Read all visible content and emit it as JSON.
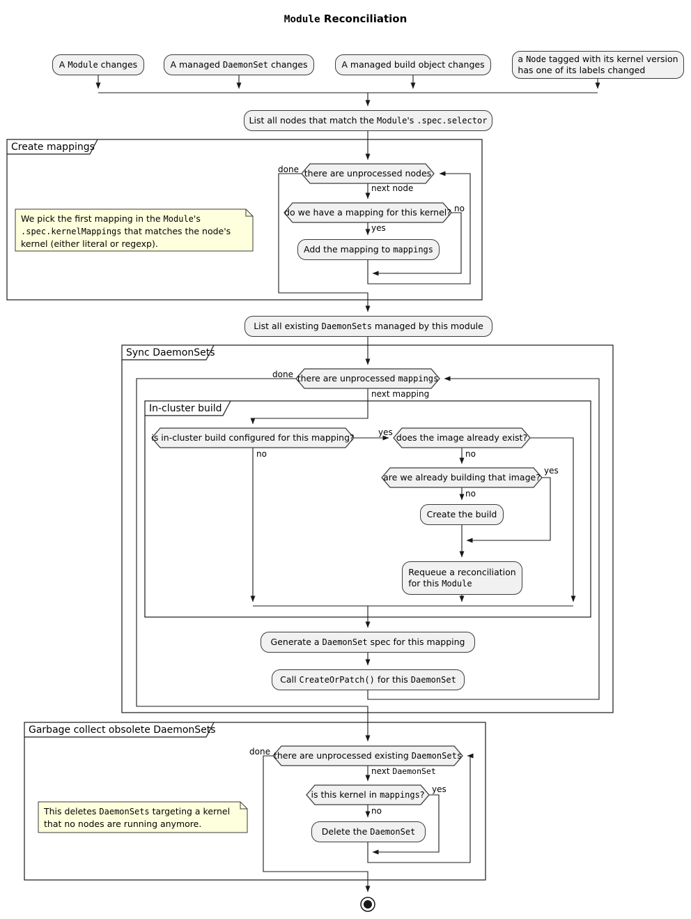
{
  "title": [
    [
      {
        "t": "Module",
        "m": true
      },
      {
        "t": " Reconciliation"
      }
    ]
  ],
  "colors": {
    "background": "#FFFFFF",
    "text": "#000000",
    "line": "#181818",
    "node_fill": "#F1F1F1",
    "node_border": "#3A3A3A",
    "note_fill": "#FEFFDD",
    "note_border": "#3A3A3A"
  },
  "nodes": {
    "start_module": {
      "label": [
        [
          {
            "t": "A "
          },
          {
            "t": "Module",
            "m": true
          },
          {
            "t": " changes"
          }
        ]
      ]
    },
    "start_daemonset": {
      "label": [
        [
          {
            "t": "A managed "
          },
          {
            "t": "DaemonSet",
            "m": true
          },
          {
            "t": " changes"
          }
        ]
      ]
    },
    "start_build": {
      "label": [
        [
          {
            "t": "A managed build object changes"
          }
        ]
      ]
    },
    "start_node_label": {
      "label": [
        [
          {
            "t": "a "
          },
          {
            "t": "Node",
            "m": true
          },
          {
            "t": " tagged with its kernel version"
          }
        ],
        [
          {
            "t": "has one of its labels changed"
          }
        ]
      ]
    },
    "list_nodes": {
      "label": [
        [
          {
            "t": "List all nodes that match the "
          },
          {
            "t": "Module",
            "m": true
          },
          {
            "t": "'s "
          },
          {
            "t": ".spec.selector",
            "m": true
          }
        ]
      ]
    },
    "unprocessed_nodes": {
      "label": [
        [
          {
            "t": "there are unprocessed nodes"
          }
        ]
      ]
    },
    "mapping_for_kernel": {
      "label": [
        [
          {
            "t": "do we have a mapping for this kernel?"
          }
        ]
      ]
    },
    "add_mapping": {
      "label": [
        [
          {
            "t": "Add the mapping to "
          },
          {
            "t": "mappings",
            "m": true
          }
        ]
      ]
    },
    "list_daemonsets": {
      "label": [
        [
          {
            "t": "List all existing "
          },
          {
            "t": "DaemonSets",
            "m": true
          },
          {
            "t": " managed by this module"
          }
        ]
      ]
    },
    "unprocessed_mappings": {
      "label": [
        [
          {
            "t": "there are unprocessed "
          },
          {
            "t": "mappings",
            "m": true
          }
        ]
      ]
    },
    "in_cluster_configured": {
      "label": [
        [
          {
            "t": "is in-cluster build configured for this mapping?"
          }
        ]
      ]
    },
    "image_exists": {
      "label": [
        [
          {
            "t": "does the image already exist?"
          }
        ]
      ]
    },
    "already_building": {
      "label": [
        [
          {
            "t": "are we already building that image?"
          }
        ]
      ]
    },
    "create_build": {
      "label": [
        [
          {
            "t": "Create the build"
          }
        ]
      ]
    },
    "requeue": {
      "label": [
        [
          {
            "t": "Requeue a reconciliation"
          }
        ],
        [
          {
            "t": "for this "
          },
          {
            "t": "Module",
            "m": true
          }
        ]
      ]
    },
    "generate_spec": {
      "label": [
        [
          {
            "t": "Generate a "
          },
          {
            "t": "DaemonSet",
            "m": true
          },
          {
            "t": " spec for this mapping"
          }
        ]
      ]
    },
    "create_or_patch": {
      "label": [
        [
          {
            "t": "Call "
          },
          {
            "t": "CreateOrPatch()",
            "m": true
          },
          {
            "t": " for this "
          },
          {
            "t": "DaemonSet",
            "m": true
          }
        ]
      ]
    },
    "unprocessed_existing": {
      "label": [
        [
          {
            "t": "there are unprocessed existing "
          },
          {
            "t": "DaemonSets",
            "m": true
          }
        ]
      ]
    },
    "kernel_in_mappings": {
      "label": [
        [
          {
            "t": "is this kernel in "
          },
          {
            "t": "mappings",
            "m": true
          },
          {
            "t": "?"
          }
        ]
      ]
    },
    "delete_daemonset": {
      "label": [
        [
          {
            "t": "Delete the "
          },
          {
            "t": "DaemonSet",
            "m": true
          }
        ]
      ]
    }
  },
  "frames": {
    "create_mappings": {
      "label": "Create mappings"
    },
    "sync_daemonsets": {
      "label": "Sync DaemonSets"
    },
    "in_cluster_build": {
      "label": "In-cluster build"
    },
    "garbage_collect": {
      "label": "Garbage collect obsolete DaemonSets"
    }
  },
  "notes": {
    "pick_mapping": {
      "label": [
        [
          {
            "t": "We pick the first mapping in the "
          },
          {
            "t": "Module",
            "m": true
          },
          {
            "t": "'s"
          }
        ],
        [
          {
            "t": ".spec.kernelMappings",
            "m": true
          },
          {
            "t": " that matches the node's"
          }
        ],
        [
          {
            "t": "kernel (either literal or regexp)."
          }
        ]
      ]
    },
    "delete_note": {
      "label": [
        [
          {
            "t": "This deletes "
          },
          {
            "t": "DaemonSets",
            "m": true
          },
          {
            "t": " targeting a kernel"
          }
        ],
        [
          {
            "t": "that no nodes are running anymore."
          }
        ]
      ]
    }
  },
  "edge_labels": {
    "cm_done": "done",
    "cm_next": "next node",
    "cm_no": "no",
    "cm_yes": "yes",
    "sd_done": "done",
    "sd_next": "next mapping",
    "icb_yes": "yes",
    "icb_no": "no",
    "img_no": "no",
    "building_yes": "yes",
    "building_no": "no",
    "gc_done": "done",
    "gc_next": [
      [
        {
          "t": "next "
        },
        {
          "t": "DaemonSet",
          "m": true
        }
      ]
    ],
    "gc_yes": "yes",
    "gc_no": "no"
  }
}
